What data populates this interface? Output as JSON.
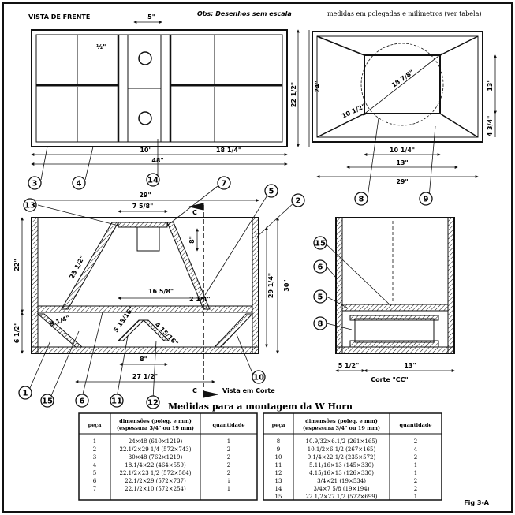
{
  "header": {
    "front_view_label": "VISTA DE FRENTE",
    "note": "Obs: Desenhos sem escala",
    "units_note": "medidas em polegadas e milímetros (ver tabela)"
  },
  "front_view": {
    "dim_top": "5\"",
    "dim_small": "½\"",
    "dim_bottom_left": "10\"",
    "dim_bottom_right": "18 1/4\"",
    "dim_total_width": "48\"",
    "dim_right_inner": "22 1/2\"",
    "dim_right_outer": "24\""
  },
  "horn_view": {
    "dim_diag": "18 7/8\"",
    "dim_left_diag": "10 1/2\"",
    "dim_right": "13\"",
    "dim_right_small": "4 3/4\"",
    "dim_inner": "10 1/4\"",
    "dim_mid": "13\"",
    "dim_total": "29\""
  },
  "section_view": {
    "dim_top": "29\"",
    "dim_top_inner": "7 5/8\"",
    "dim_left_upper": "22\"",
    "dim_left_lower": "6 1/2\"",
    "dim_slant": "23 1/2\"",
    "dim_small_vert": "8\"",
    "dim_mid": "16 5/8\"",
    "dim_small": "2 1/4\"",
    "dim_lower_slant_left": "9 1/4\"",
    "dim_right_inner": "29 1/4\"",
    "dim_right_outer": "30\"",
    "dim_v_left": "5 13/16\"",
    "dim_v_right": "4 15/16\"",
    "dim_bottom_small": "8\"",
    "dim_bottom": "27 1/2\"",
    "cut_marker": "C",
    "cut_label": "Vista em Corte"
  },
  "side_view": {
    "dim_bottom_left": "5 1/2\"",
    "dim_bottom_right": "13\"",
    "cut_label": "Corte \"CC\""
  },
  "callouts": [
    "3",
    "4",
    "14",
    "13",
    "7",
    "5",
    "2",
    "8",
    "9",
    "15",
    "6",
    "5",
    "8",
    "1",
    "15",
    "6",
    "11",
    "12",
    "10"
  ],
  "table": {
    "title": "Medidas para a montagem da W Horn",
    "col_piece": "peça",
    "col_dims": "dimensões (poleg. e mm)",
    "col_dims_sub": "(espessura 3/4\" ou 19 mm)",
    "col_qty": "quantidade",
    "left_rows": [
      {
        "piece": "1",
        "dims": "24×48 (610×1219)",
        "qty": "1"
      },
      {
        "piece": "2",
        "dims": "22.1/2×29 1/4 (572×743)",
        "qty": "2"
      },
      {
        "piece": "3",
        "dims": "30×48 (762×1219)",
        "qty": "2"
      },
      {
        "piece": "4",
        "dims": "18.1/4×22 (464×559)",
        "qty": "2"
      },
      {
        "piece": "5",
        "dims": "22.1/2×23 1/2 (572×584)",
        "qty": "2"
      },
      {
        "piece": "6",
        "dims": "22.1/2×29 (572×737)",
        "qty": "i"
      },
      {
        "piece": "7",
        "dims": "22.1/2×10 (572×254)",
        "qty": "1"
      }
    ],
    "right_rows": [
      {
        "piece": "8",
        "dims": "10.9/32×6.1/2 (261×165)",
        "qty": "2"
      },
      {
        "piece": "9",
        "dims": "10.1/2×6.1/2 (267×165)",
        "qty": "4"
      },
      {
        "piece": "10",
        "dims": "9.1/4×22.1/2 (235×572)",
        "qty": "2"
      },
      {
        "piece": "11",
        "dims": "5.11/16×13 (145×330)",
        "qty": "1"
      },
      {
        "piece": "12",
        "dims": "4.15/16×13 (126×330)",
        "qty": "1"
      },
      {
        "piece": "13",
        "dims": "3/4×21 (19×534)",
        "qty": "2"
      },
      {
        "piece": "14",
        "dims": "3/4×7 5/8 (19×194)",
        "qty": "2"
      },
      {
        "piece": "15",
        "dims": "22.1/2×27.1/2 (572×699)",
        "qty": "1"
      }
    ]
  },
  "figure_label": "Fig 3-A"
}
